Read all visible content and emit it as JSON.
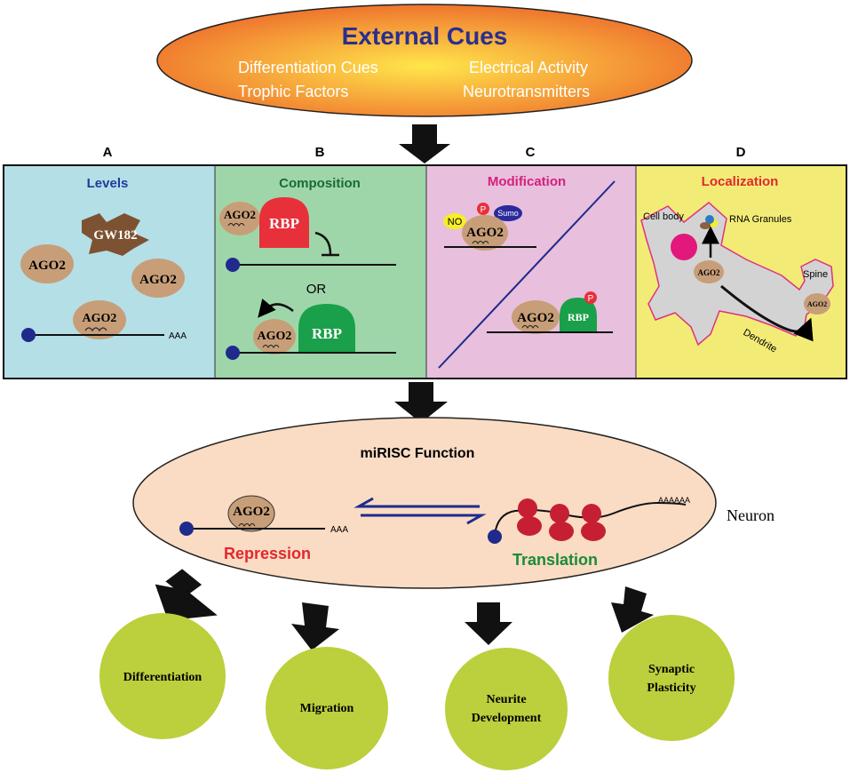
{
  "cues": {
    "title": "External Cues",
    "items": [
      "Differentiation Cues",
      "Trophic Factors",
      "Electrical Activity",
      "Neurotransmitters"
    ]
  },
  "panels": [
    {
      "letter": "A",
      "title": "Levels"
    },
    {
      "letter": "B",
      "title": "Composition"
    },
    {
      "letter": "C",
      "title": "Modification"
    },
    {
      "letter": "D",
      "title": "Localization"
    }
  ],
  "panelA": {
    "gw182": "GW182",
    "ago": "AGO2",
    "polya": "AAA"
  },
  "panelB": {
    "ago": "AGO2",
    "rbp": "RBP",
    "or": "OR"
  },
  "panelC": {
    "no": "NO",
    "p": "P",
    "sumo": "Sumo",
    "ago": "AGO2",
    "rbp": "RBP"
  },
  "panelD": {
    "cell_body": "Cell body",
    "granules": "RNA Granules",
    "spine": "Spine",
    "dendrite": "Dendrite",
    "ago": "AGO2"
  },
  "function": {
    "title": "miRISC Function",
    "ago": "AGO2",
    "polya_short": "AAA",
    "polya_long": "AAAAAA",
    "repression": "Repression",
    "translation": "Translation",
    "neuron": "Neuron"
  },
  "outcomes": [
    {
      "lines": [
        "Differentiation"
      ]
    },
    {
      "lines": [
        "Migration"
      ]
    },
    {
      "lines": [
        "Neurite",
        "Development"
      ]
    },
    {
      "lines": [
        "Synaptic",
        "Plasticity"
      ]
    }
  ],
  "colors": {
    "title_blue": "#2b2f8c",
    "panel_a": "#b4dfe6",
    "panel_b": "#9ed6aa",
    "panel_c": "#e8bfdc",
    "panel_d": "#f2ec77",
    "ago": "#c79e78",
    "rbp_red": "#e8303b",
    "rbp_green": "#1aa04a",
    "outcome": "#bccf3c",
    "function_bg": "#f9dcc3"
  }
}
